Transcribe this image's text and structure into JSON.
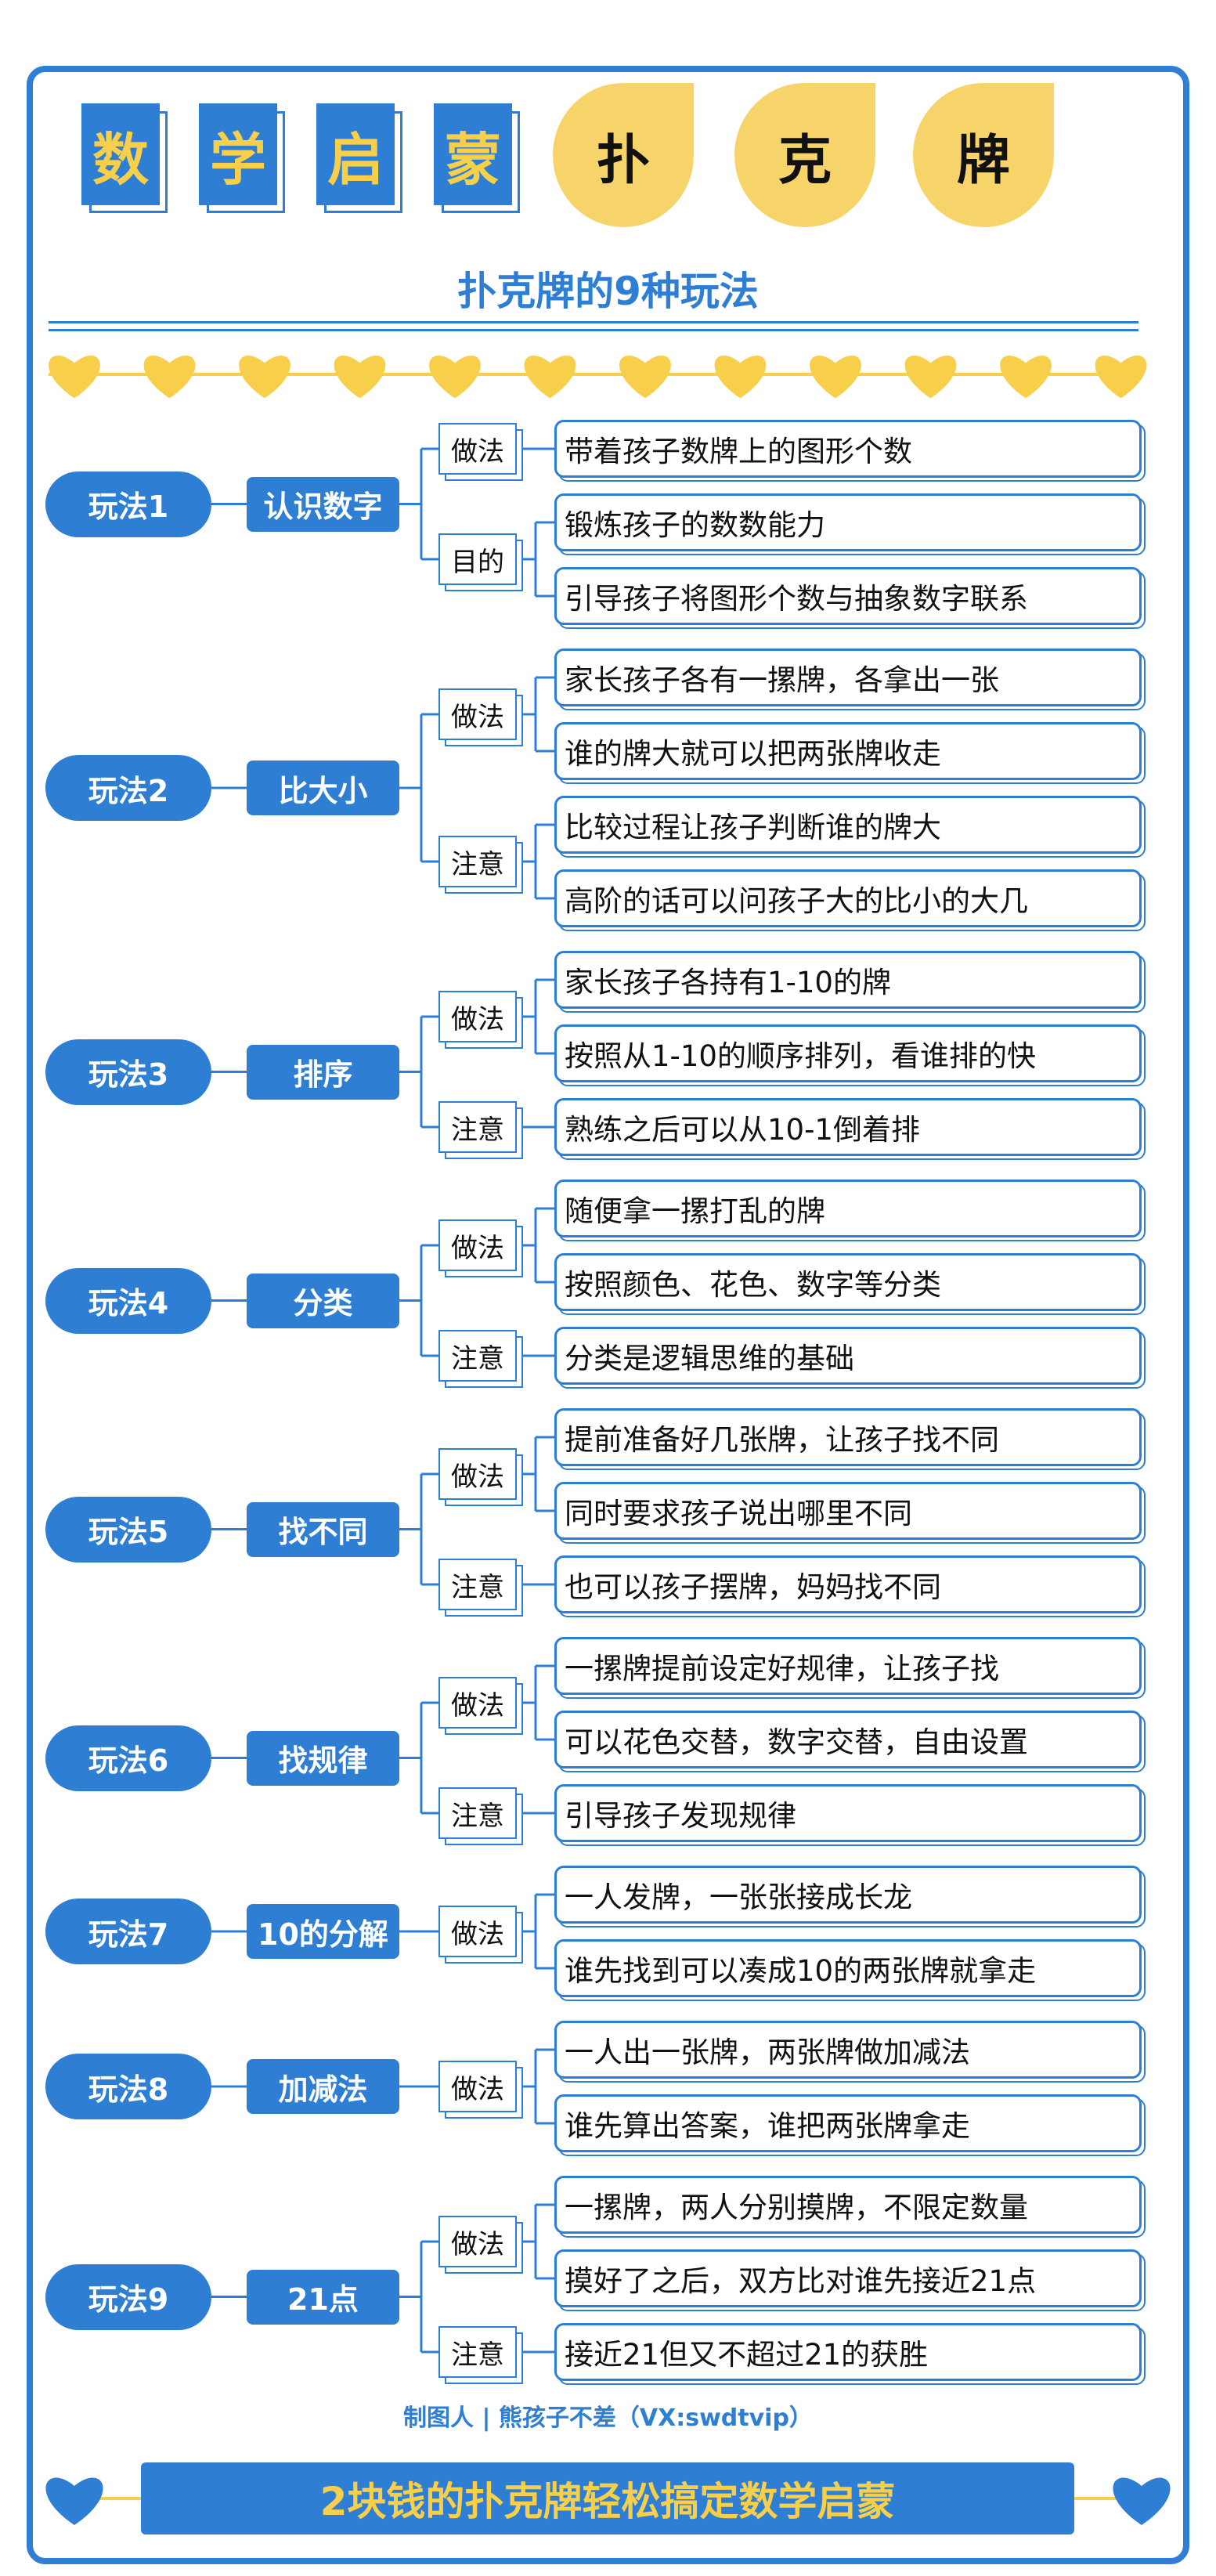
{
  "title": {
    "squares": [
      "数",
      "学",
      "启",
      "蒙"
    ],
    "drops": [
      "扑",
      "克",
      "牌"
    ]
  },
  "subtitle": "扑克牌的9种玩法",
  "colors": {
    "primary": "#2e7fd3",
    "accent": "#f7cf4b",
    "drop": "#f7d46a"
  },
  "sections": [
    {
      "name": "玩法1",
      "category": "认识数字",
      "groups": [
        {
          "label": "做法",
          "items": [
            "带着孩子数牌上的图形个数"
          ]
        },
        {
          "label": "目的",
          "items": [
            "锻炼孩子的数数能力",
            "引导孩子将图形个数与抽象数字联系"
          ]
        }
      ]
    },
    {
      "name": "玩法2",
      "category": "比大小",
      "groups": [
        {
          "label": "做法",
          "items": [
            "家长孩子各有一摞牌，各拿出一张",
            "谁的牌大就可以把两张牌收走"
          ]
        },
        {
          "label": "注意",
          "items": [
            "比较过程让孩子判断谁的牌大",
            "高阶的话可以问孩子大的比小的大几"
          ]
        }
      ]
    },
    {
      "name": "玩法3",
      "category": "排序",
      "groups": [
        {
          "label": "做法",
          "items": [
            "家长孩子各持有1-10的牌",
            "按照从1-10的顺序排列，看谁排的快"
          ]
        },
        {
          "label": "注意",
          "items": [
            "熟练之后可以从10-1倒着排"
          ]
        }
      ]
    },
    {
      "name": "玩法4",
      "category": "分类",
      "groups": [
        {
          "label": "做法",
          "items": [
            "随便拿一摞打乱的牌",
            "按照颜色、花色、数字等分类"
          ]
        },
        {
          "label": "注意",
          "items": [
            "分类是逻辑思维的基础"
          ]
        }
      ]
    },
    {
      "name": "玩法5",
      "category": "找不同",
      "groups": [
        {
          "label": "做法",
          "items": [
            "提前准备好几张牌，让孩子找不同",
            "同时要求孩子说出哪里不同"
          ]
        },
        {
          "label": "注意",
          "items": [
            "也可以孩子摆牌，妈妈找不同"
          ]
        }
      ]
    },
    {
      "name": "玩法6",
      "category": "找规律",
      "groups": [
        {
          "label": "做法",
          "items": [
            "一摞牌提前设定好规律，让孩子找",
            "可以花色交替，数字交替，自由设置"
          ]
        },
        {
          "label": "注意",
          "items": [
            "引导孩子发现规律"
          ]
        }
      ]
    },
    {
      "name": "玩法7",
      "category": "10的分解",
      "groups": [
        {
          "label": "做法",
          "items": [
            "一人发牌，一张张接成长龙",
            "谁先找到可以凑成10的两张牌就拿走"
          ]
        }
      ]
    },
    {
      "name": "玩法8",
      "category": "加减法",
      "groups": [
        {
          "label": "做法",
          "items": [
            "一人出一张牌，两张牌做加减法",
            "谁先算出答案，谁把两张牌拿走"
          ]
        }
      ]
    },
    {
      "name": "玩法9",
      "category": "21点",
      "groups": [
        {
          "label": "做法",
          "items": [
            "一摞牌，两人分别摸牌，不限定数量",
            "摸好了之后，双方比对谁先接近21点"
          ]
        },
        {
          "label": "注意",
          "items": [
            "接近21但又不超过21的获胜"
          ]
        }
      ]
    }
  ],
  "credit": "制图人 | 熊孩子不差（VX:swdtvip）",
  "banner": "2块钱的扑克牌轻松搞定数学启蒙"
}
